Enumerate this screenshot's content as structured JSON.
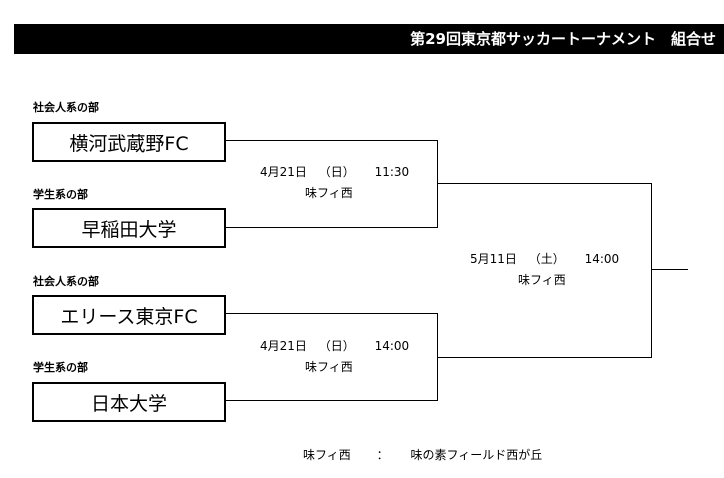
{
  "header": {
    "title": "第29回東京都サッカートーナメント　組合せ"
  },
  "teams": [
    {
      "category": "社会人系の部",
      "name": "横河武蔵野FC"
    },
    {
      "category": "学生系の部",
      "name": "早稲田大学"
    },
    {
      "category": "社会人系の部",
      "name": "エリース東京FC"
    },
    {
      "category": "学生系の部",
      "name": "日本大学"
    }
  ],
  "matches": [
    {
      "date": "4月21日",
      "day": "（日）",
      "time": "11:30",
      "venue": "味フィ西"
    },
    {
      "date": "4月21日",
      "day": "（日）",
      "time": "14:00",
      "venue": "味フィ西"
    },
    {
      "date": "5月11日",
      "day": "（土）",
      "time": "14:00",
      "venue": "味フィ西"
    }
  ],
  "footnote": {
    "abbr": "味フィ西",
    "separator": "：",
    "full": "味の素フィールド西が丘"
  }
}
